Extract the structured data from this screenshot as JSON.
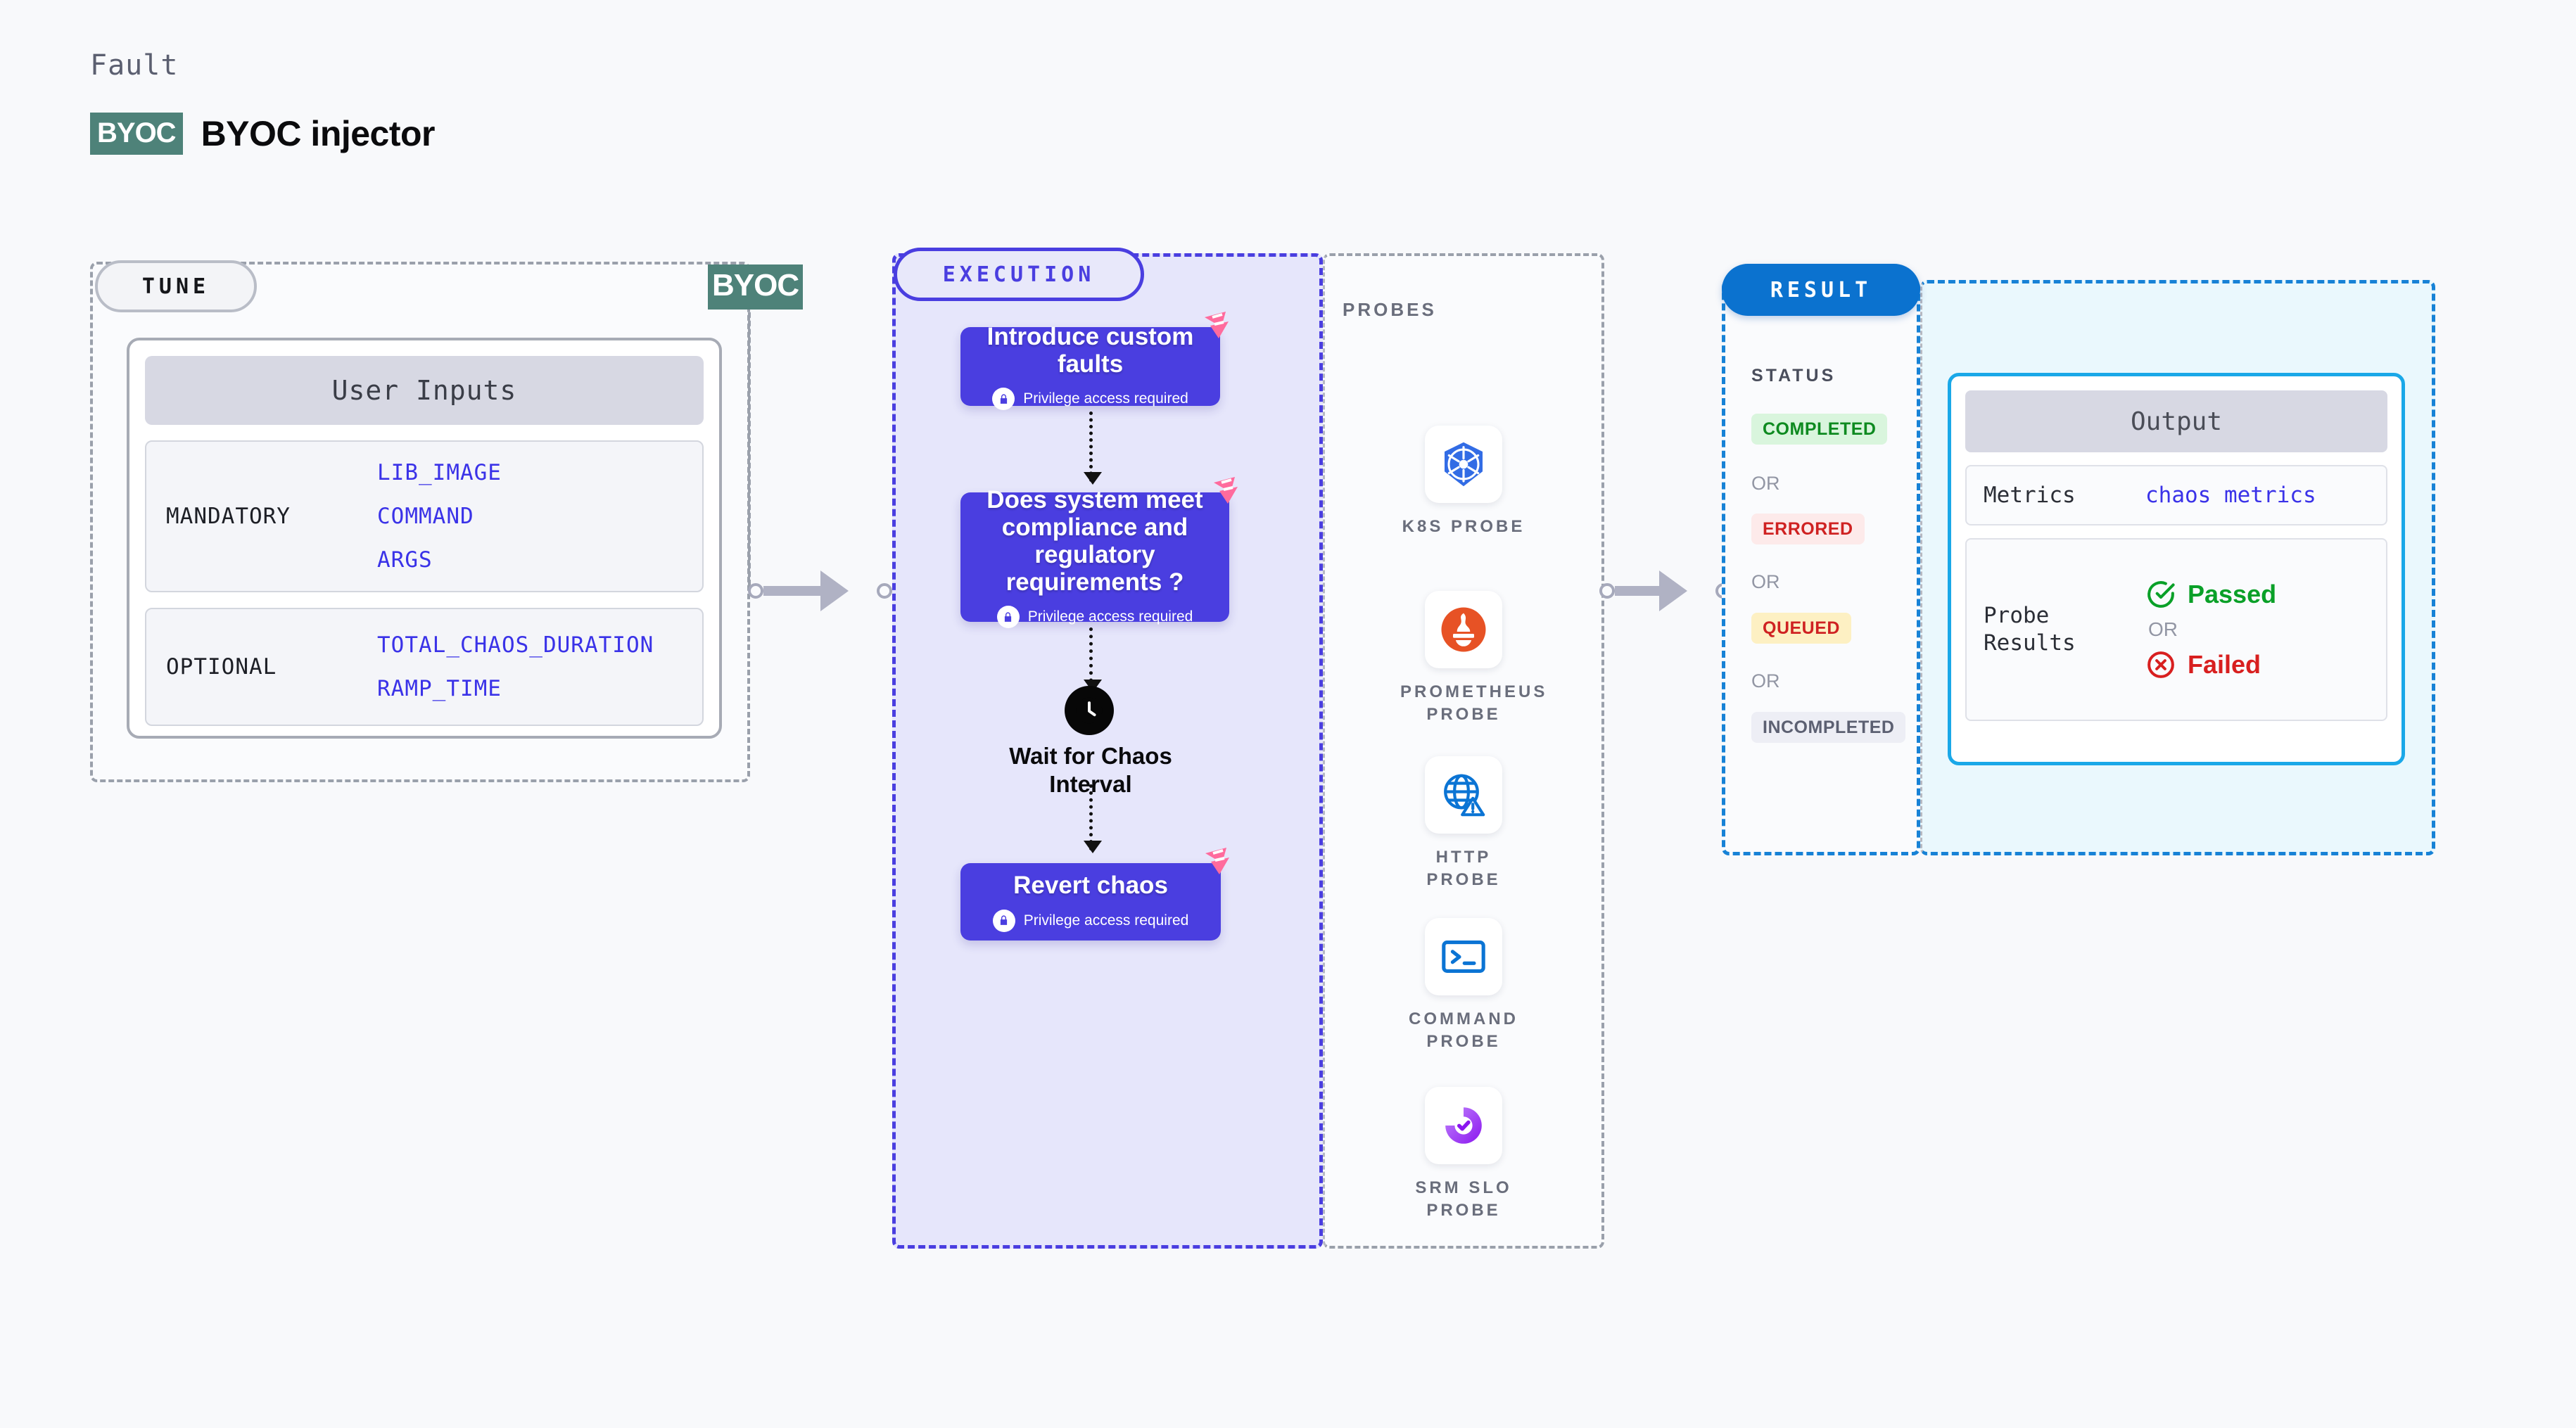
{
  "header": {
    "kicker": "Fault",
    "badge": "BYOC",
    "title": "BYOC injector"
  },
  "tune": {
    "pill_label": "TUNE",
    "byoc_marker": "BYOC",
    "user_inputs_title": "User Inputs",
    "groups": [
      {
        "label": "MANDATORY",
        "values": [
          "LIB_IMAGE",
          "COMMAND",
          "ARGS"
        ]
      },
      {
        "label": "OPTIONAL",
        "values": [
          "TOTAL_CHAOS_DURATION",
          "RAMP_TIME"
        ]
      }
    ]
  },
  "execution": {
    "pill_label": "EXECUTION",
    "privilege_note": "Privilege access required",
    "nodes": [
      {
        "title": "Introduce custom faults",
        "privileged": true,
        "icon": "harness-logo-icon"
      },
      {
        "title": "Does system meet compliance and regulatory requirements ?",
        "privileged": true,
        "icon": "harness-logo-icon"
      },
      {
        "title": "Revert chaos",
        "privileged": true,
        "icon": "harness-logo-icon"
      }
    ],
    "wait_step": {
      "label": "Wait for Chaos Interval",
      "icon": "clock-icon"
    }
  },
  "probes": {
    "title": "PROBES",
    "items": [
      {
        "label": "K8S PROBE",
        "icon": "kubernetes-icon"
      },
      {
        "label": "PROMETHEUS PROBE",
        "icon": "prometheus-icon"
      },
      {
        "label": "HTTP PROBE",
        "icon": "http-globe-warning-icon"
      },
      {
        "label": "COMMAND PROBE",
        "icon": "terminal-icon"
      },
      {
        "label": "SRM SLO PROBE",
        "icon": "srm-slo-icon"
      }
    ]
  },
  "result": {
    "pill_label": "RESULT",
    "status_title": "STATUS",
    "or_label": "OR",
    "statuses": [
      {
        "label": "COMPLETED",
        "bg": "#d9f5dd",
        "fg": "#0e8a20"
      },
      {
        "label": "ERRORED",
        "bg": "#fdeaea",
        "fg": "#cf2222"
      },
      {
        "label": "QUEUED",
        "bg": "#fdf0c3",
        "fg": "#cf2222"
      },
      {
        "label": "INCOMPLETED",
        "bg": "#edeef5",
        "fg": "#5c6072"
      }
    ],
    "output": {
      "title": "Output",
      "metrics_key": "Metrics",
      "metrics_value": "chaos metrics",
      "probe_results_key": "Probe Results",
      "passed_label": "Passed",
      "failed_label": "Failed",
      "or_label": "OR"
    }
  },
  "colors": {
    "execution_accent": "#4a3ee0",
    "result_accent": "#0b72cf",
    "output_accent": "#1aa8e8",
    "byoc_green": "#4e8279",
    "harness_pink": "#ff6b9d"
  }
}
